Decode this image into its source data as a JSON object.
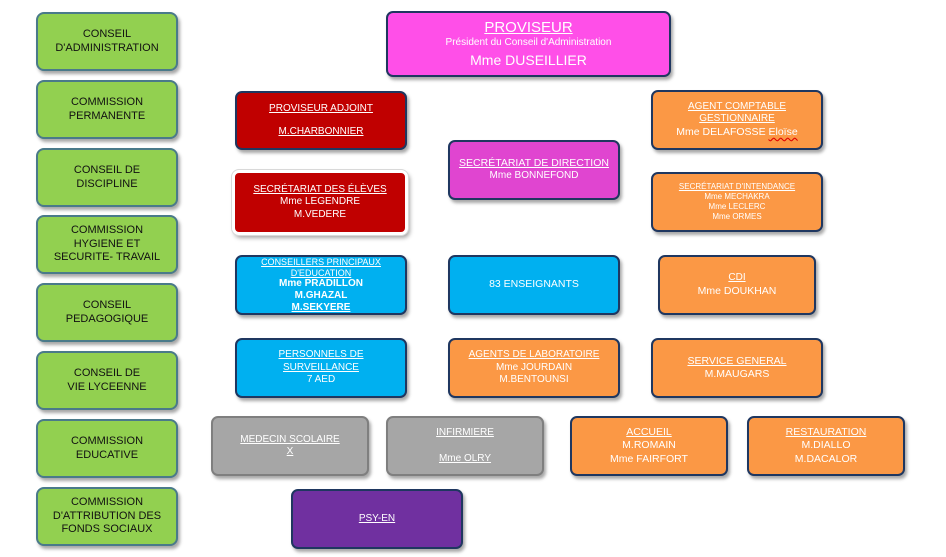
{
  "left_column": [
    "CONSEIL D'ADMINISTRATION",
    "COMMISSION PERMANENTE",
    "CONSEIL DE DISCIPLINE",
    "COMMISSION HYGIENE ET SECURITE- TRAVAIL",
    "CONSEIL PEDAGOGIQUE",
    "CONSEIL DE VIE LYCEENNE",
    "COMMISSION EDUCATIVE",
    "COMMISSION D'ATTRIBUTION DES FONDS SOCIAUX"
  ],
  "proviseur": {
    "title": "PROVISEUR",
    "subtitle": "Président du Conseil d'Administration",
    "name": "Mme DUSEILLIER"
  },
  "proviseur_adjoint": {
    "title": "PROVISEUR ADJOINT",
    "name": "M.CHARBONNIER"
  },
  "agent_comptable": {
    "title": "AGENT COMPTABLE GESTIONNAIRE",
    "name_a": "Mme DELAFOSSE ",
    "name_b": "Eloïse"
  },
  "secretariat_direction": {
    "title": "SECRÉTARIAT DE DIRECTION",
    "name": "Mme BONNEFOND"
  },
  "secretariat_eleves": {
    "title": "SECRÉTARIAT DES ÉLÈVES",
    "names": [
      "Mme LEGENDRE",
      "M.VEDERE"
    ]
  },
  "secretariat_intendance": {
    "title": "SECRÉTARIAT D'INTENDANCE",
    "names": [
      "Mme MECHAKRA",
      "Mme LECLERC",
      "Mme ORMES"
    ]
  },
  "cpe": {
    "title": "CONSEILLERS PRINCIPAUX D'EDUCATION",
    "names": [
      "Mme PRADILLON",
      "M.GHAZAL",
      "M.SEKYERE"
    ]
  },
  "enseignants": {
    "label": "83 ENSEIGNANTS"
  },
  "cdi": {
    "title": "CDI",
    "name": "Mme DOUKHAN"
  },
  "surveillance": {
    "title": "PERSONNELS DE SURVEILLANCE",
    "name": "7 AED"
  },
  "laboratoire": {
    "title": "AGENTS DE LABORATOIRE",
    "names": [
      "Mme JOURDAIN",
      "M.BENTOUNSI"
    ]
  },
  "service_general": {
    "title": "SERVICE GENERAL",
    "name": "M.MAUGARS"
  },
  "medecin": {
    "title": "MEDECIN SCOLAIRE",
    "name": "X"
  },
  "infirmiere": {
    "title": "INFIRMIERE",
    "name": "Mme OLRY"
  },
  "accueil": {
    "title": "ACCUEIL",
    "names": [
      "M.ROMAIN",
      "Mme FAIRFORT"
    ]
  },
  "restauration": {
    "title": "RESTAURATION",
    "names": [
      "M.DIALLO",
      "M.DACALOR"
    ]
  },
  "psy_en": {
    "title": "PSY-EN"
  }
}
